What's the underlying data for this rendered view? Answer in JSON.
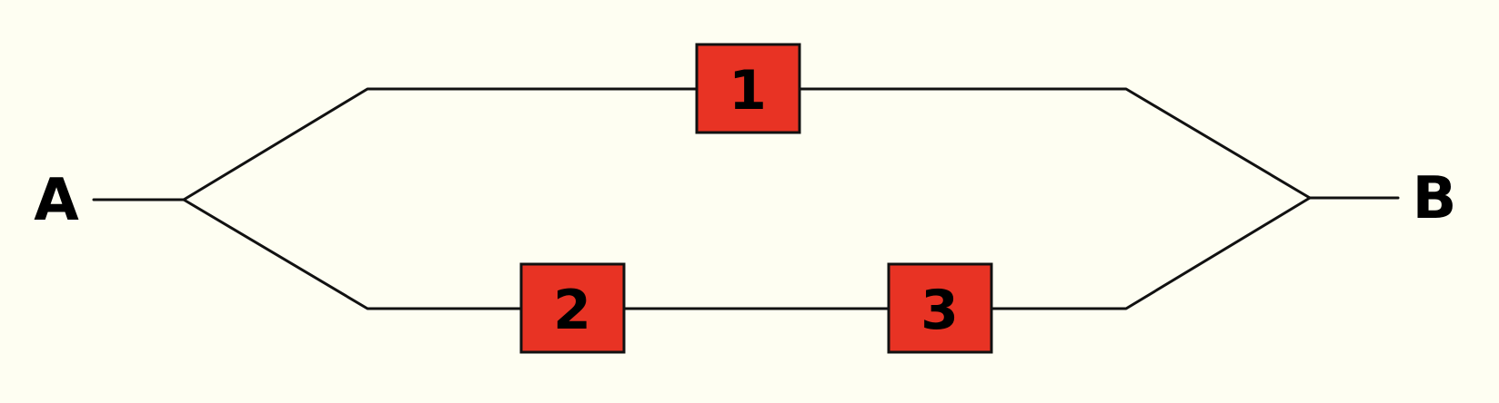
{
  "terminals": {
    "start": "A",
    "end": "B"
  },
  "components": [
    {
      "label": "1"
    },
    {
      "label": "2"
    },
    {
      "label": "3"
    }
  ],
  "colors": {
    "background": "#fefef2",
    "component_fill": "#e83324",
    "line": "#111111"
  }
}
